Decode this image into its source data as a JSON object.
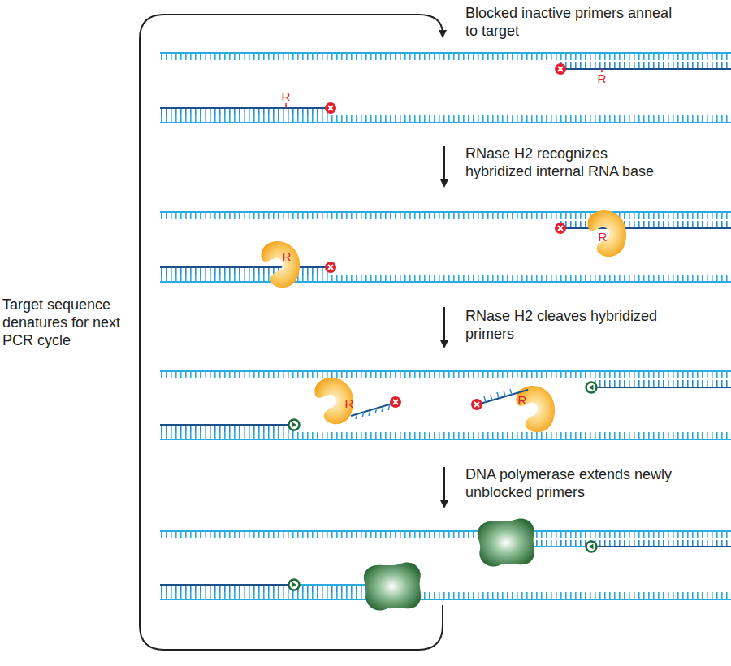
{
  "diagram": {
    "labels": [
      "Blocked inactive primers anneal to target",
      "R",
      "R",
      "RNase H2 recognizes hybridized internal RNA base",
      "Target sequence denatures for next PCR cycle",
      "R",
      "R",
      "RNase H2 cleaves hybridized primers",
      "R",
      "R",
      "DNA polymerase extends newly unblocked primers"
    ]
  }
}
